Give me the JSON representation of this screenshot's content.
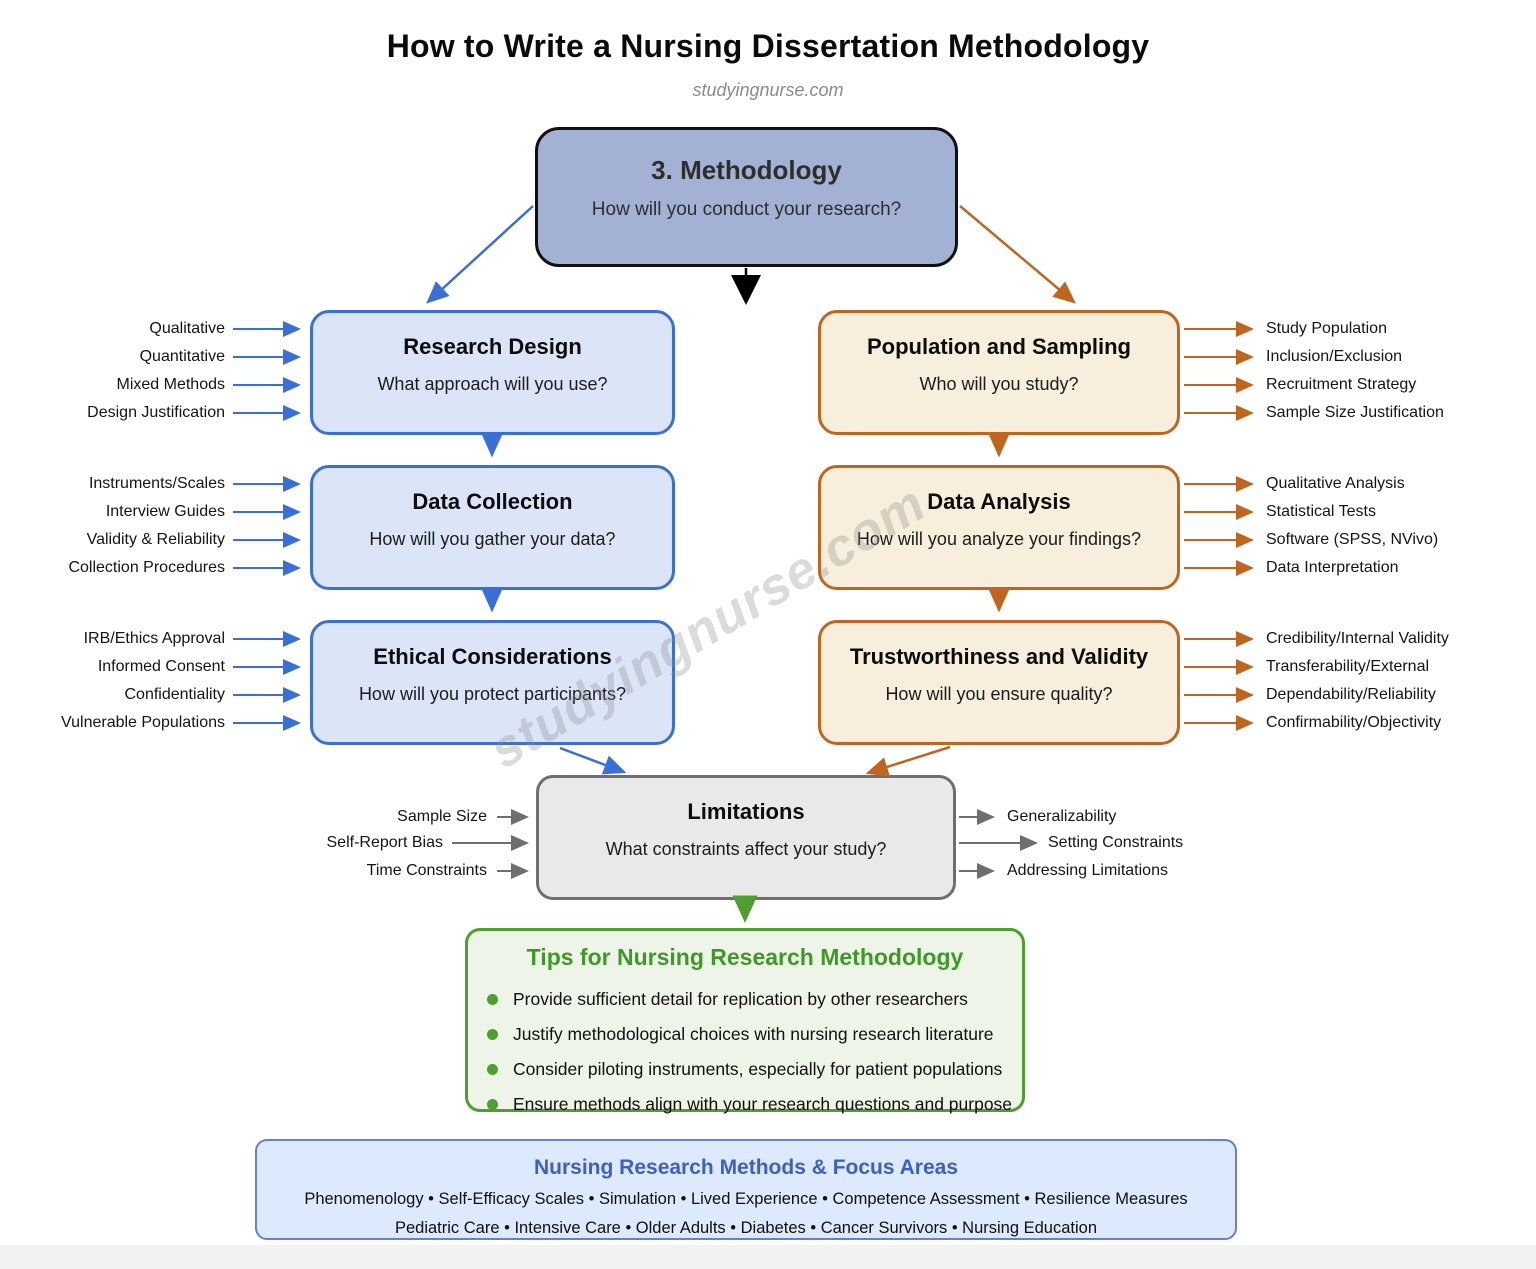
{
  "page": {
    "title": "How to Write a Nursing Dissertation Methodology",
    "subtitle": "studyingnurse.com",
    "watermark": "studyingnurse.com"
  },
  "colors": {
    "blue_accent": "#3a6fd8",
    "blue_fill": "#dbe5f7",
    "orange_accent": "#c06520",
    "tan_fill": "#f7eedb",
    "gray_accent": "#6e6e6e",
    "gray_fill": "#e9e9e9",
    "green_accent": "#4f9e30",
    "green_fill": "#eef5e8",
    "root_fill": "#a3b1d4",
    "footer_fill": "#dde9fc",
    "footer_accent": "#3c5fc4"
  },
  "root": {
    "title": "3. Methodology",
    "question": "How will you conduct your research?"
  },
  "left_column": {
    "boxes": [
      {
        "title": "Research Design",
        "question": "What approach will you use?",
        "satellites": [
          "Qualitative",
          "Quantitative",
          "Mixed Methods",
          "Design Justification"
        ]
      },
      {
        "title": "Data Collection",
        "question": "How will you gather your data?",
        "satellites": [
          "Instruments/Scales",
          "Interview Guides",
          "Validity & Reliability",
          "Collection Procedures"
        ]
      },
      {
        "title": "Ethical Considerations",
        "question": "How will you protect participants?",
        "satellites": [
          "IRB/Ethics Approval",
          "Informed Consent",
          "Confidentiality",
          "Vulnerable Populations"
        ]
      }
    ]
  },
  "right_column": {
    "boxes": [
      {
        "title": "Population and Sampling",
        "question": "Who will you study?",
        "satellites": [
          "Study Population",
          "Inclusion/Exclusion",
          "Recruitment Strategy",
          "Sample Size Justification"
        ]
      },
      {
        "title": "Data Analysis",
        "question": "How will you analyze your findings?",
        "satellites": [
          "Qualitative Analysis",
          "Statistical Tests",
          "Software (SPSS, NVivo)",
          "Data Interpretation"
        ]
      },
      {
        "title": "Trustworthiness and Validity",
        "question": "How will you ensure quality?",
        "satellites": [
          "Credibility/Internal Validity",
          "Transferability/External",
          "Dependability/Reliability",
          "Confirmability/Objectivity"
        ]
      }
    ]
  },
  "limitations": {
    "title": "Limitations",
    "question": "What constraints affect your study?",
    "left_satellites": [
      "Sample Size",
      "Self-Report Bias",
      "Time Constraints"
    ],
    "right_satellites": [
      "Generalizability",
      "Setting Constraints",
      "Addressing Limitations"
    ]
  },
  "tips": {
    "title": "Tips for Nursing Research Methodology",
    "items": [
      "Provide sufficient detail for replication by other researchers",
      "Justify methodological choices with nursing research literature",
      "Consider piloting instruments, especially for patient populations",
      "Ensure methods align with your research questions and purpose"
    ]
  },
  "footer": {
    "title": "Nursing Research Methods & Focus Areas",
    "line1": "Phenomenology • Self-Efficacy Scales • Simulation • Lived Experience • Competence Assessment • Resilience Measures",
    "line2": "Pediatric Care • Intensive Care • Older Adults • Diabetes • Cancer Survivors • Nursing Education"
  }
}
